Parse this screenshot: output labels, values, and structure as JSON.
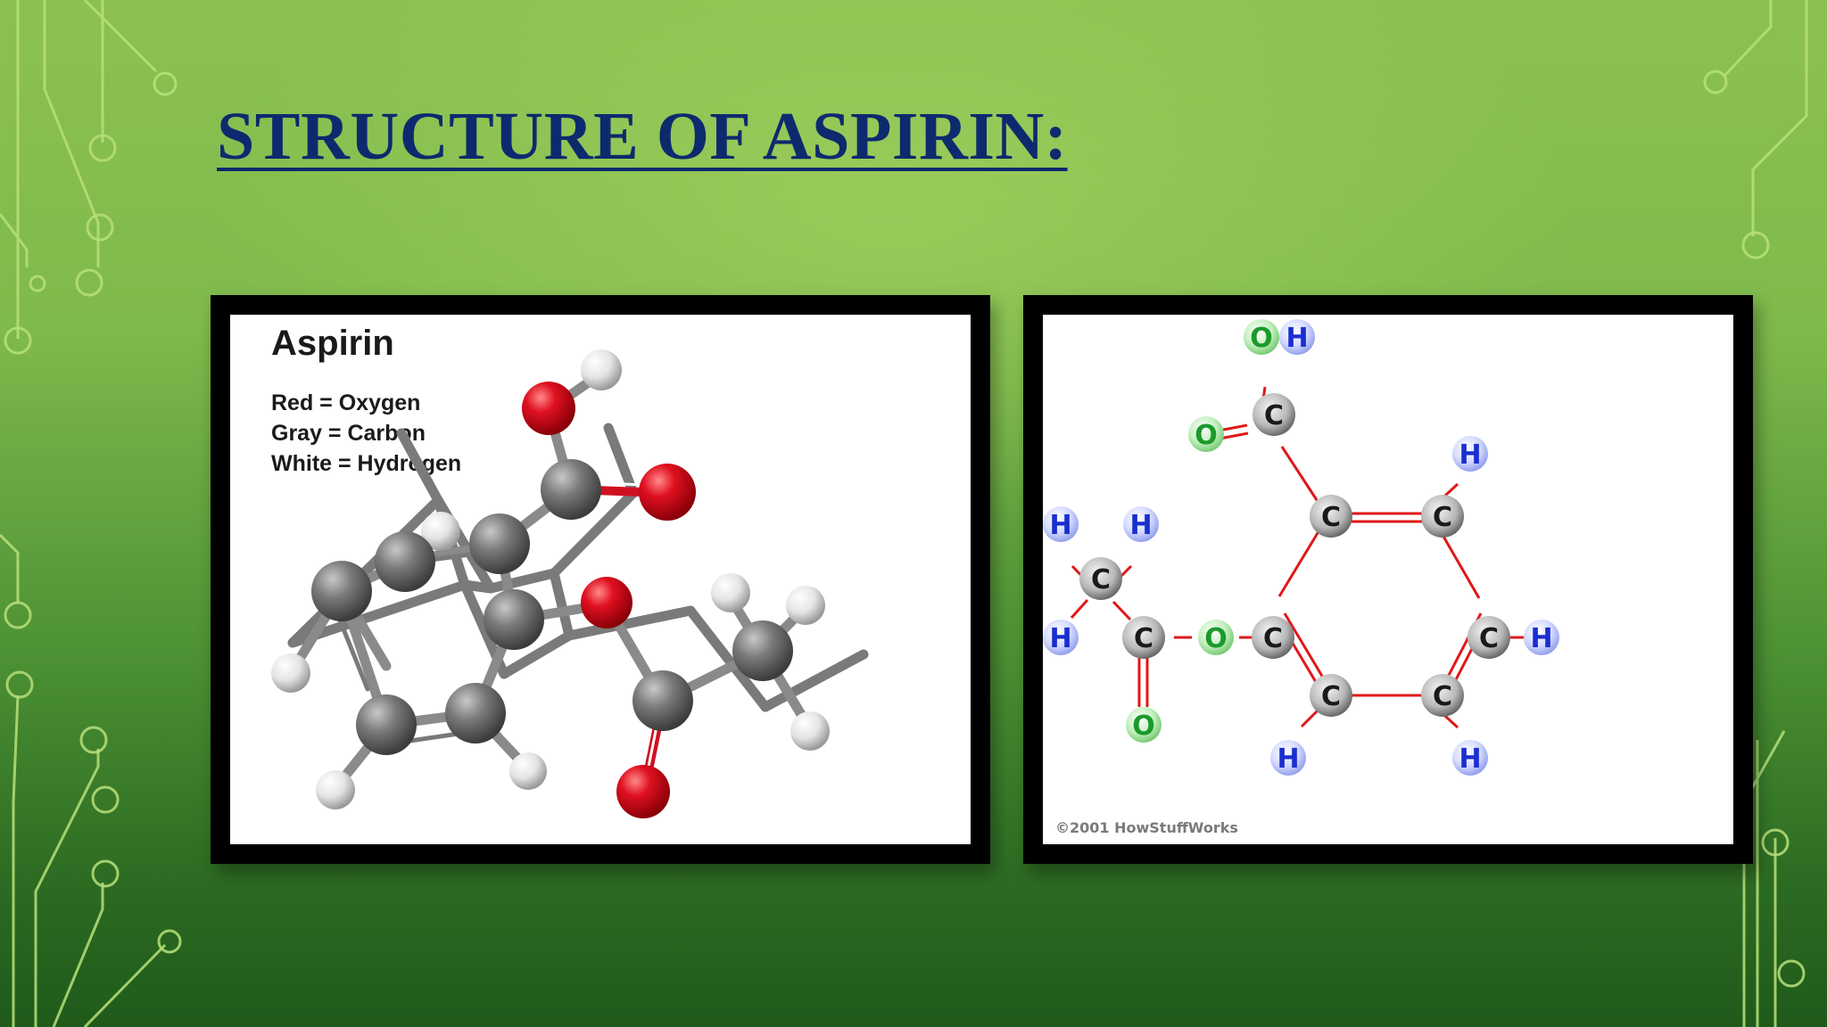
{
  "slide": {
    "title": "STRUCTURE OF ASPIRIN:",
    "colors": {
      "title": "#0e2a6e",
      "background_top": "#8cc151",
      "background_bottom": "#1f5a1a",
      "circuit": "#b8e07a"
    }
  },
  "ball_stick_model": {
    "heading": "Aspirin",
    "legend": {
      "red": "Red = Oxygen",
      "gray": "Gray = Carbon",
      "white": "White = Hydrogen"
    },
    "colors": {
      "oxygen": "#d0101a",
      "carbon": "#6e6e6e",
      "hydrogen": "#e6e6e6"
    }
  },
  "structural_formula": {
    "atoms": {
      "carbon": "C",
      "oxygen": "O",
      "hydrogen": "H"
    },
    "colors": {
      "carbon": "#1a1a1a",
      "oxygen": "#1a9a2a",
      "hydrogen": "#1a2ed0",
      "bond": "#e01818"
    },
    "copyright": "©2001 HowStuffWorks"
  }
}
